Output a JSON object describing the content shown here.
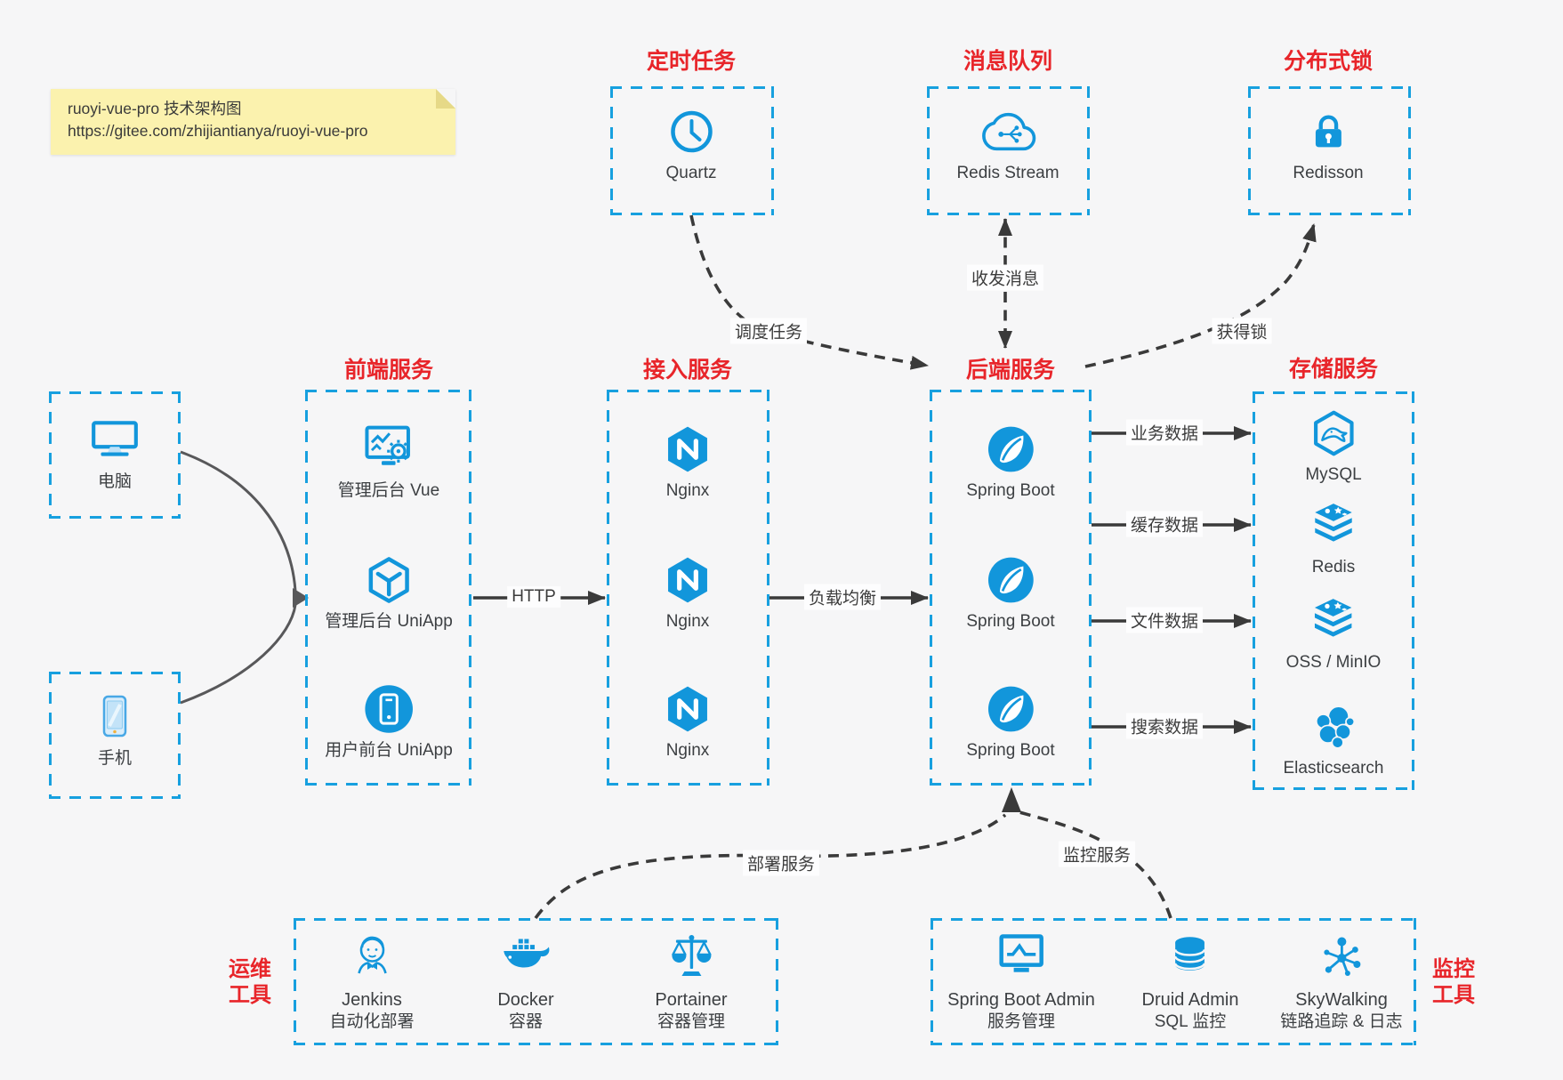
{
  "palette": {
    "box_blue": "#17a0df",
    "icon_blue": "#1296db",
    "title_red": "#e8252a",
    "text": "#3c3f42",
    "arrow": "#3a3a3a",
    "bg": "#f6f6f7",
    "note_bg": "#fbf2ae"
  },
  "note": {
    "line1": "ruoyi-vue-pro 技术架构图",
    "line2": "https://gitee.com/zhijiantianya/ruoyi-vue-pro"
  },
  "top_groups": [
    {
      "title": "定时任务",
      "item": {
        "icon": "clock-icon",
        "label": "Quartz"
      }
    },
    {
      "title": "消息队列",
      "item": {
        "icon": "cloud-stream-icon",
        "label": "Redis Stream"
      }
    },
    {
      "title": "分布式锁",
      "item": {
        "icon": "lock-icon",
        "label": "Redisson"
      }
    }
  ],
  "clients": [
    {
      "icon": "desktop-icon",
      "label": "电脑"
    },
    {
      "icon": "phone-icon",
      "label": "手机"
    }
  ],
  "main_groups": [
    {
      "title": "前端服务",
      "items": [
        {
          "icon": "admin-vue-icon",
          "label": "管理后台 Vue"
        },
        {
          "icon": "uniapp-cube-icon",
          "label": "管理后台 UniApp"
        },
        {
          "icon": "user-app-icon",
          "label": "用户前台 UniApp"
        }
      ]
    },
    {
      "title": "接入服务",
      "items": [
        {
          "icon": "nginx-icon",
          "label": "Nginx"
        },
        {
          "icon": "nginx-icon",
          "label": "Nginx"
        },
        {
          "icon": "nginx-icon",
          "label": "Nginx"
        }
      ]
    },
    {
      "title": "后端服务",
      "items": [
        {
          "icon": "spring-icon",
          "label": "Spring Boot"
        },
        {
          "icon": "spring-icon",
          "label": "Spring Boot"
        },
        {
          "icon": "spring-icon",
          "label": "Spring Boot"
        }
      ]
    },
    {
      "title": "存储服务",
      "items": [
        {
          "icon": "mysql-icon",
          "label": "MySQL"
        },
        {
          "icon": "redis-stack-icon",
          "label": "Redis"
        },
        {
          "icon": "oss-stack-icon",
          "label": "OSS / MinIO"
        },
        {
          "icon": "elasticsearch-icon",
          "label": "Elasticsearch"
        }
      ]
    }
  ],
  "bottom_groups": [
    {
      "side_label": [
        "运维",
        "工具"
      ],
      "items": [
        {
          "icon": "jenkins-icon",
          "label": "Jenkins",
          "sub": "自动化部署"
        },
        {
          "icon": "docker-icon",
          "label": "Docker",
          "sub": "容器"
        },
        {
          "icon": "portainer-icon",
          "label": "Portainer",
          "sub": "容器管理"
        }
      ]
    },
    {
      "side_label": [
        "监控",
        "工具"
      ],
      "items": [
        {
          "icon": "spring-boot-admin-icon",
          "label": "Spring Boot Admin",
          "sub": "服务管理"
        },
        {
          "icon": "druid-icon",
          "label": "Druid Admin",
          "sub": "SQL 监控"
        },
        {
          "icon": "skywalking-icon",
          "label": "SkyWalking",
          "sub": "链路追踪 & 日志"
        }
      ]
    }
  ],
  "edges": {
    "http": "HTTP",
    "load_balance": "负载均衡",
    "schedule": "调度任务",
    "messaging": "收发消息",
    "lock": "获得锁",
    "deploy": "部署服务",
    "monitor": "监控服务",
    "data": [
      "业务数据",
      "缓存数据",
      "文件数据",
      "搜索数据"
    ]
  }
}
